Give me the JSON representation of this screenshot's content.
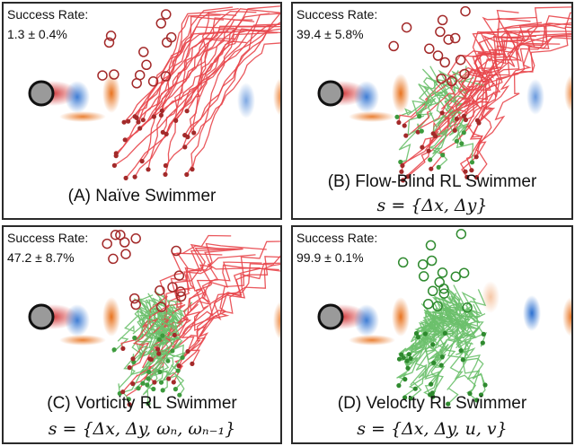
{
  "success_label": "Success Rate:",
  "panels": {
    "A": {
      "rate": "1.3 ± 0.4%",
      "caption": "(A) Naïve Swimmer",
      "formula": "",
      "colors": {
        "paths": "#e8464b",
        "outcome": "#a32a2a"
      }
    },
    "B": {
      "rate": "39.4 ± 5.8%",
      "caption": "(B) Flow-Blind RL Swimmer",
      "formula": "s = {Δx, Δy}",
      "colors": {
        "paths": "#e8464b",
        "success_paths": "#6cc06c",
        "outcome": "#a32a2a"
      }
    },
    "C": {
      "rate": "47.2 ± 8.7%",
      "caption": "(C) Vorticity RL Swimmer",
      "formula": "s = {Δx, Δy, ωₙ, ωₙ₋₁}",
      "colors": {
        "paths": "#e8464b",
        "success_paths": "#6cc06c",
        "outcome": "#a32a2a"
      }
    },
    "D": {
      "rate": "99.9 ± 0.1%",
      "caption": "(D) Velocity RL Swimmer",
      "formula": "s = {Δx, Δy, u, v}",
      "colors": {
        "paths": "#6cc06c",
        "outcome": "#2f8a2f"
      }
    }
  },
  "vortex_colors": {
    "positive": "#e8731f",
    "negative": "#2a6fd0",
    "cylinder": "#9a9a9a"
  }
}
